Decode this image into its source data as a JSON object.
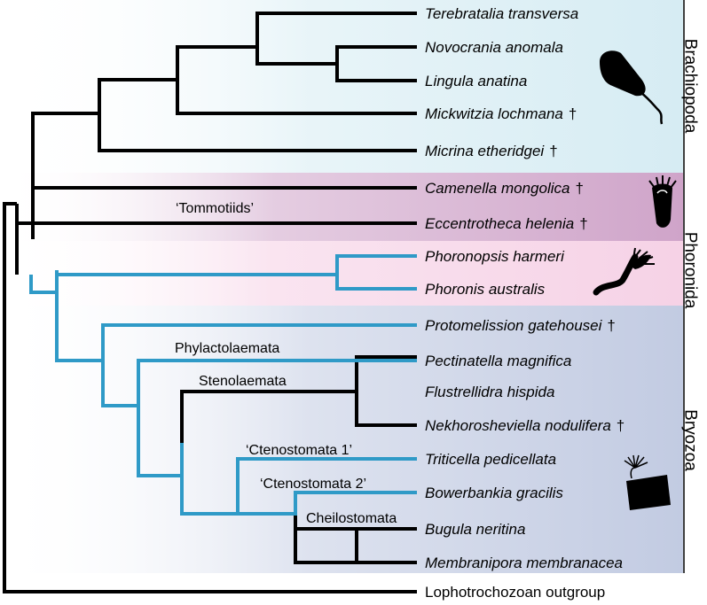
{
  "colors": {
    "black_branch": "#000000",
    "blue_branch": "#2f9ac7",
    "brachiopoda_band": "#d6ecf3",
    "tommotiid_band": "#cfa4c9",
    "phoronida_band": "#f6d2e6",
    "bryozoa_band": "#c2cbe2"
  },
  "groups": [
    {
      "name": "brachiopoda",
      "label": "Brachiopoda"
    },
    {
      "name": "phoronida",
      "label": "Phoronida"
    },
    {
      "name": "bryozoa",
      "label": "Bryozoa"
    }
  ],
  "taxa": [
    {
      "name": "terebratalia-transversa",
      "label": "Terebratalia transversa",
      "extinct": false
    },
    {
      "name": "novocrania-anomala",
      "label": "Novocrania anomala",
      "extinct": false
    },
    {
      "name": "lingula-anatina",
      "label": "Lingula anatina",
      "extinct": false
    },
    {
      "name": "mickwitzia-lochmana",
      "label": "Mickwitzia lochmana",
      "extinct": true
    },
    {
      "name": "micrina-etheridgei",
      "label": "Micrina etheridgei",
      "extinct": true
    },
    {
      "name": "camenella-mongolica",
      "label": "Camenella mongolica",
      "extinct": true
    },
    {
      "name": "eccentrotheca-helenia",
      "label": "Eccentrotheca helenia",
      "extinct": true
    },
    {
      "name": "phoronopsis-harmeri",
      "label": "Phoronopsis harmeri",
      "extinct": false
    },
    {
      "name": "phoronis-australis",
      "label": "Phoronis australis",
      "extinct": false
    },
    {
      "name": "protomelission-gatehousei",
      "label": "Protomelission gatehousei",
      "extinct": true
    },
    {
      "name": "pectinatella-magnifica",
      "label": "Pectinatella magnifica",
      "extinct": false
    },
    {
      "name": "flustrellidra-hispida",
      "label": "Flustrellidra hispida",
      "extinct": false
    },
    {
      "name": "nekhorosheviella-nodulifera",
      "label": "Nekhorosheviella nodulifera",
      "extinct": true
    },
    {
      "name": "triticella-pedicellata",
      "label": "Triticella pedicellata",
      "extinct": false
    },
    {
      "name": "bowerbankia-gracilis",
      "label": "Bowerbankia gracilis",
      "extinct": false
    },
    {
      "name": "bugula-neritina",
      "label": "Bugula neritina",
      "extinct": false
    },
    {
      "name": "membranipora-membranacea",
      "label": "Membranipora membranacea",
      "extinct": false
    },
    {
      "name": "lophotrochozoan-outgroup",
      "label": "Lophotrochozoan outgroup",
      "extinct": false
    }
  ],
  "extinct_marker": "†",
  "clades": [
    {
      "name": "tommotiids",
      "label": "‘Tommotiids’"
    },
    {
      "name": "phylactolaemata",
      "label": "Phylactolaemata"
    },
    {
      "name": "stenolaemata",
      "label": "Stenolaemata"
    },
    {
      "name": "ctenostomata-1",
      "label": "‘Ctenostomata 1’"
    },
    {
      "name": "ctenostomata-2",
      "label": "‘Ctenostomata 2’"
    },
    {
      "name": "cheilostomata",
      "label": "Cheilostomata"
    }
  ],
  "icons": [
    "brachiopod-icon",
    "tommotiid-icon",
    "phoronid-icon",
    "bryozoan-icon"
  ]
}
